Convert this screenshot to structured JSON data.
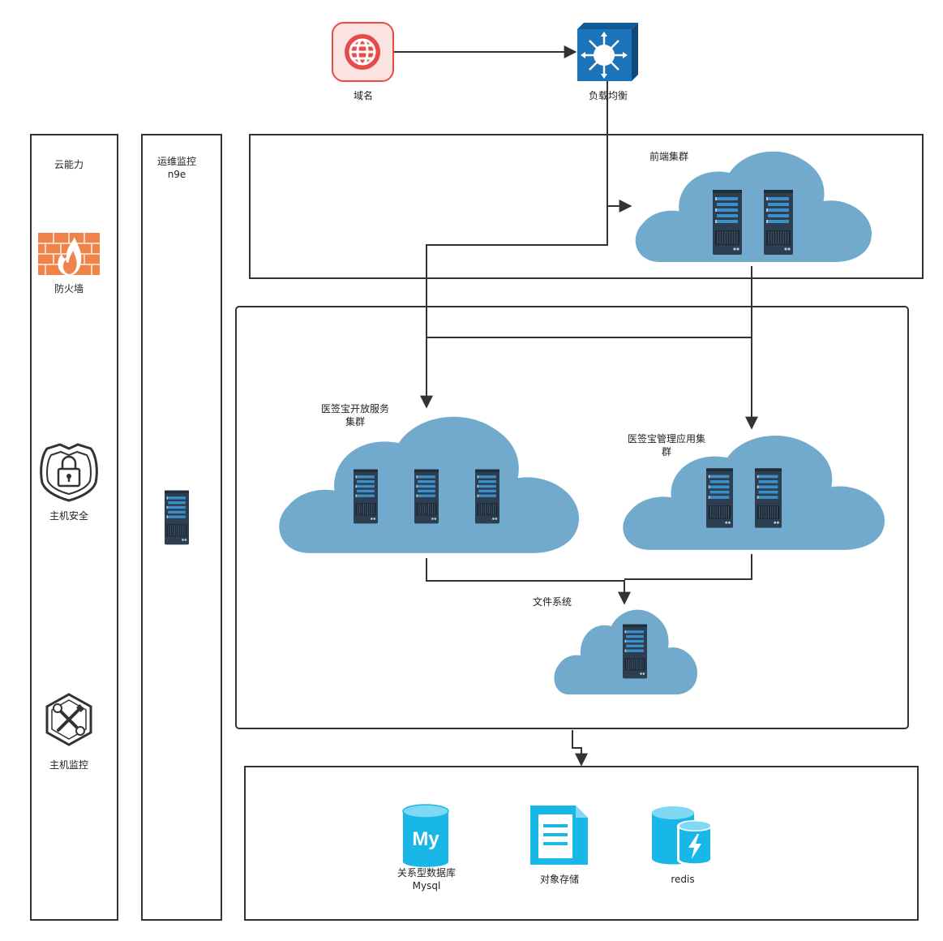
{
  "nodes": {
    "domain": "域名",
    "load_balancer": "负载均衡",
    "frontend_cluster": "前端集群",
    "open_service_cluster_line1": "医签宝开放服务",
    "open_service_cluster_line2": "集群",
    "admin_cluster_line1": "医签宝管理应用集",
    "admin_cluster_line2": "群",
    "file_system": "文件系统",
    "mysql_line1": "关系型数据库",
    "mysql_line2": "Mysql",
    "mysql_icon_text": "My",
    "object_storage": "对象存储",
    "redis": "redis"
  },
  "side_panels": {
    "cloud_capability": {
      "title": "云能力",
      "items": [
        "防火墙",
        "主机安全",
        "主机监控"
      ]
    },
    "ops_monitor": {
      "title_line1": "运维监控",
      "title_line2": "n9e"
    }
  },
  "colors": {
    "cloud": "#72aacd",
    "server_dark": "#2c3e50",
    "server_stripe": "#3d8fc9",
    "globe_red": "#e84a48",
    "lb_blue": "#1c74ba",
    "firewall_orange": "#f0834a",
    "storage_cyan": "#19b7e8",
    "line": "#333333"
  },
  "icons": {
    "domain": "globe-icon",
    "load_balancer": "network-switch-icon",
    "firewall": "firewall-icon",
    "host_security": "shield-lock-icon",
    "host_monitor": "tools-icon",
    "mysql": "mysql-database-icon",
    "object_storage": "document-storage-icon",
    "redis": "redis-cache-icon"
  }
}
